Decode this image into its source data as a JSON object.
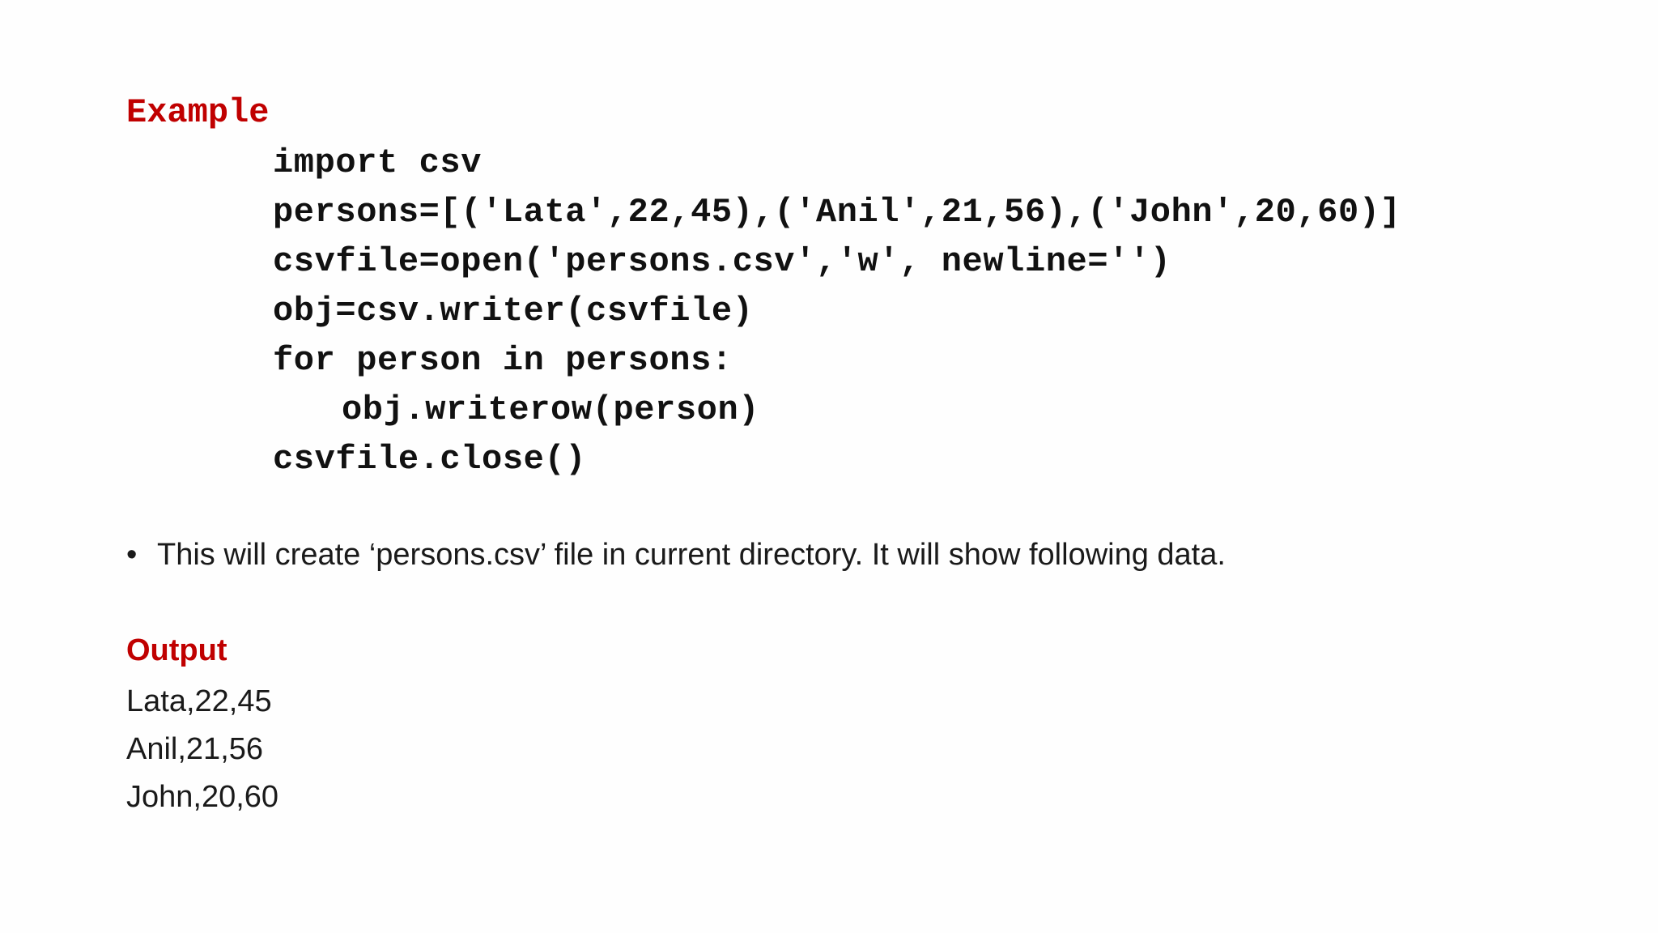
{
  "example": {
    "heading": "Example",
    "code_lines": [
      "import csv",
      "persons=[('Lata',22,45),('Anil',21,56),('John',20,60)]",
      "csvfile=open('persons.csv','w', newline='')",
      "obj=csv.writer(csvfile)",
      "for person in persons:",
      "obj.writerow(person)",
      "csvfile.close()"
    ]
  },
  "bullet": {
    "marker": "•",
    "text": "This will create ‘persons.csv’ file in current directory. It will show following data."
  },
  "output": {
    "heading": "Output",
    "lines": [
      "Lata,22,45",
      "Anil,21,56",
      "John,20,60"
    ]
  },
  "colors": {
    "heading_red": "#c00000",
    "text": "#1a1a1a"
  }
}
